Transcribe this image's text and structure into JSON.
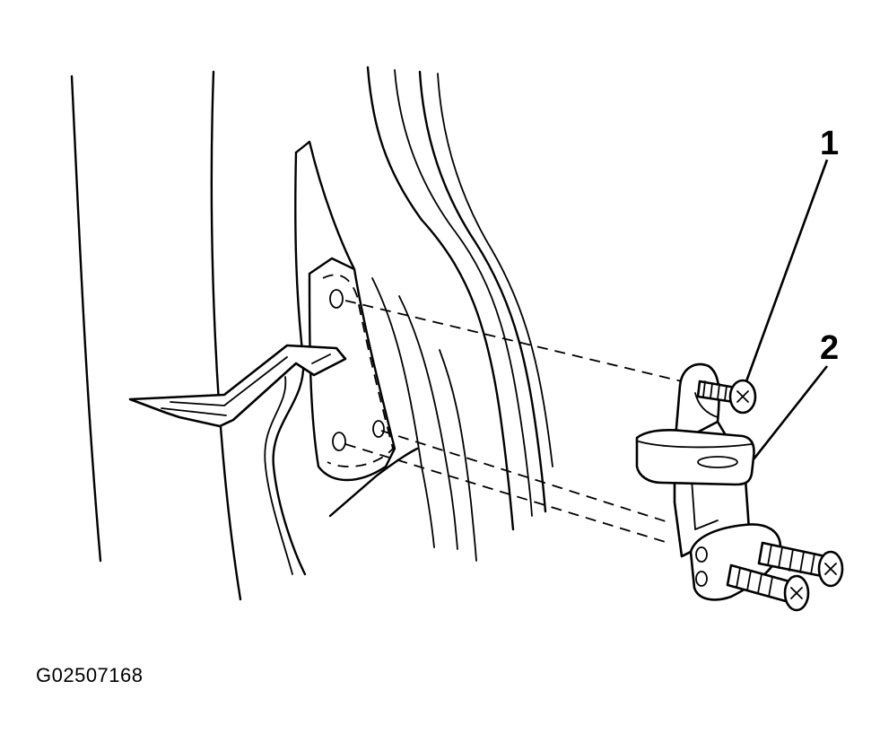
{
  "callouts": [
    {
      "number": "1"
    },
    {
      "number": "2"
    }
  ],
  "figure_id": "G02507168"
}
